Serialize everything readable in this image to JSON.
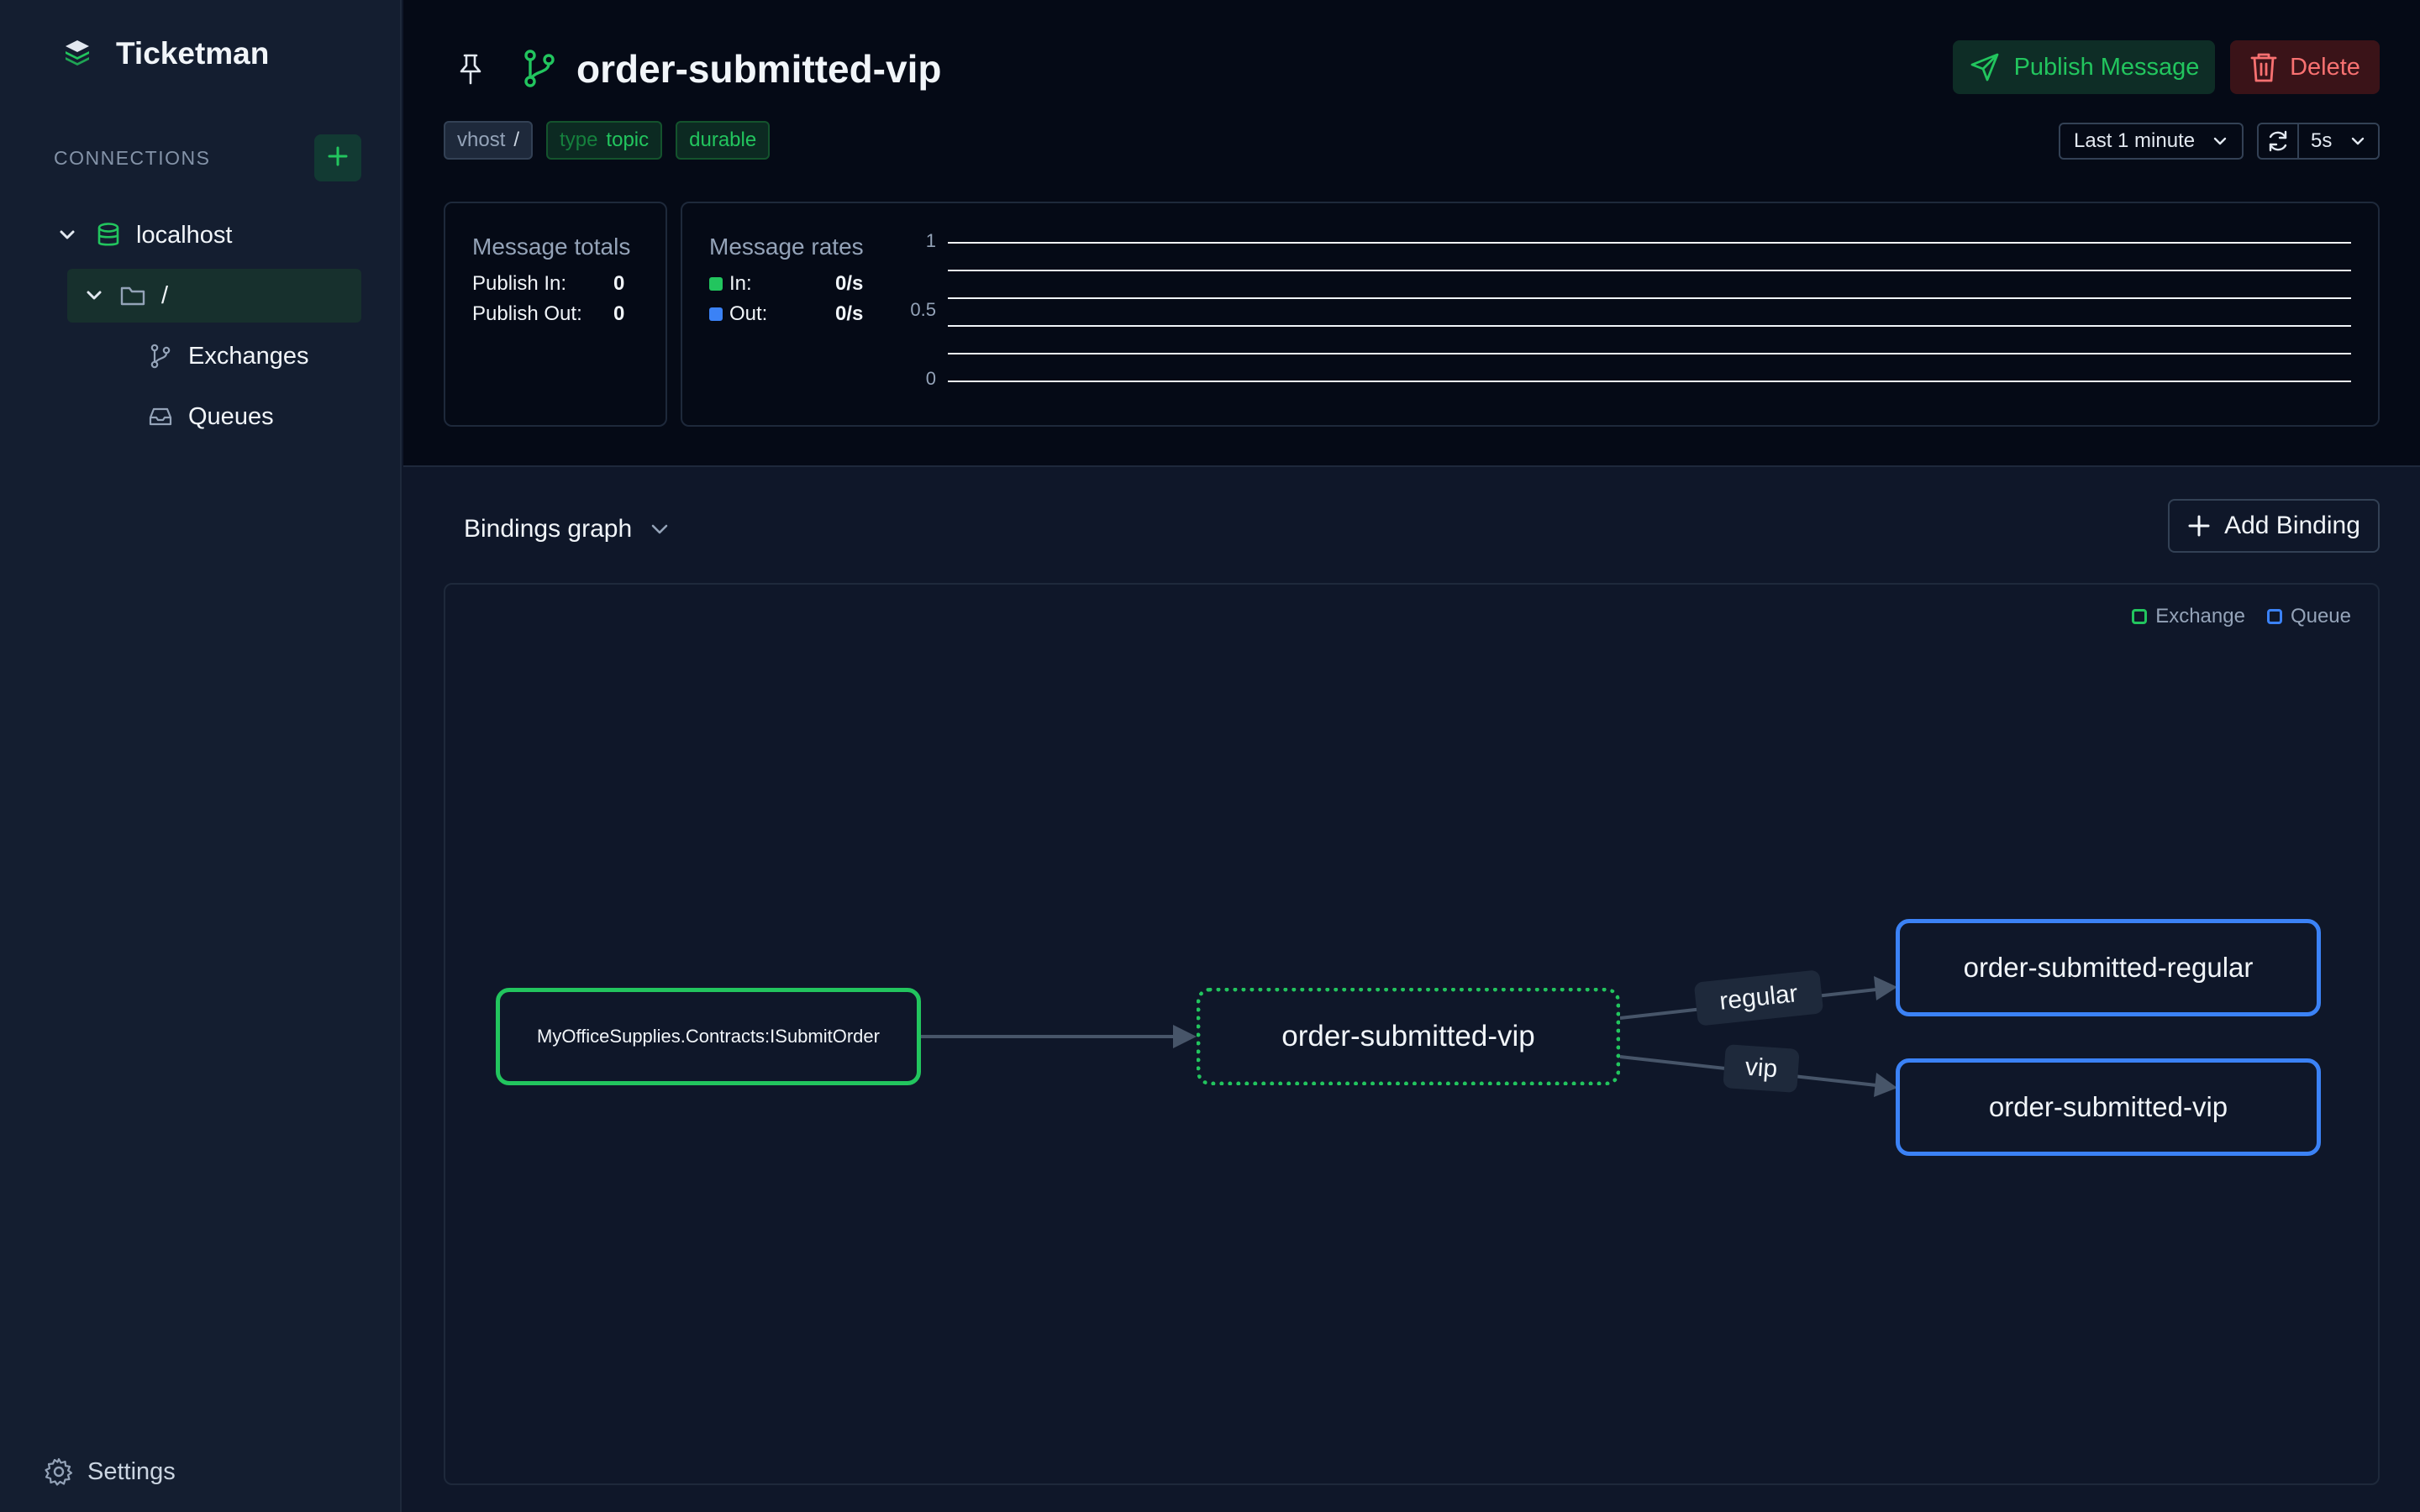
{
  "app": {
    "name": "Ticketman"
  },
  "sidebar": {
    "connections_label": "CONNECTIONS",
    "tree": {
      "host": "localhost",
      "vhost": "/",
      "exchanges": "Exchanges",
      "queues": "Queues"
    },
    "settings": "Settings"
  },
  "header": {
    "title": "order-submitted-vip",
    "publish_label": "Publish Message",
    "delete_label": "Delete",
    "badges": {
      "vhost_key": "vhost",
      "vhost_value": "/",
      "type_key": "type",
      "type_value": "topic",
      "durable": "durable"
    },
    "time_range": "Last 1 minute",
    "refresh_interval": "5s"
  },
  "stats": {
    "totals": {
      "title": "Message totals",
      "publish_in_label": "Publish In:",
      "publish_in_value": "0",
      "publish_out_label": "Publish Out:",
      "publish_out_value": "0"
    },
    "rates": {
      "title": "Message rates",
      "in_label": "In:",
      "in_value": "0/s",
      "out_label": "Out:",
      "out_value": "0/s",
      "y_ticks": [
        "1",
        "0.5",
        "0"
      ]
    }
  },
  "chart_data": {
    "type": "line",
    "title": "Message rates",
    "xlabel": "",
    "ylabel": "",
    "ylim": [
      0,
      1
    ],
    "series": [
      {
        "name": "In",
        "values": [
          0
        ]
      },
      {
        "name": "Out",
        "values": [
          0
        ]
      }
    ]
  },
  "bindings": {
    "view_label": "Bindings graph",
    "add_label": "Add Binding",
    "legend": {
      "exchange": "Exchange",
      "queue": "Queue"
    },
    "nodes": {
      "source": "MyOfficeSupplies.Contracts:ISubmitOrder",
      "center": "order-submitted-vip",
      "queue_regular": "order-submitted-regular",
      "queue_vip": "order-submitted-vip"
    },
    "edge_labels": {
      "regular": "regular",
      "vip": "vip"
    }
  },
  "colors": {
    "accent_green": "#22c55e",
    "queue_blue": "#3b82f6",
    "danger_red": "#f87171",
    "sidebar_bg": "#141e30",
    "header_bg": "#050a16",
    "main_bg": "#0f1729"
  },
  "icons": {
    "brand": "layers-logo-icon",
    "exchange": "git-branch-icon",
    "pin": "pin-icon",
    "publish": "send-icon",
    "delete": "trash-icon",
    "refresh": "refresh-icon",
    "settings": "gear-icon"
  }
}
